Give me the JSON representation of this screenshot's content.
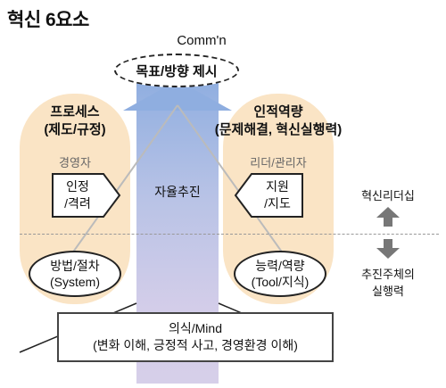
{
  "title": "혁신 6요소",
  "top": {
    "comm": "Comm'n",
    "goal": "목표/방향 제시"
  },
  "left": {
    "heading1": "프로세스",
    "heading2": "(제도/규정)",
    "subtitle": "경영자",
    "arrow_line1": "인정",
    "arrow_line2": "/격려",
    "ellipse_line1": "방법/절차",
    "ellipse_line2": "(System)"
  },
  "center": {
    "label": "자율추진"
  },
  "right": {
    "heading1": "인적역량",
    "heading2": "(문제해결, 혁신실행력)",
    "subtitle": "리더/관리자",
    "arrow_line1": "지원",
    "arrow_line2": "/지도",
    "ellipse_line1": "능력/역량",
    "ellipse_line2": "(Tool/지식)"
  },
  "side": {
    "upper_label": "혁신리더십",
    "lower_line1": "추진주체의",
    "lower_line2": "실행력"
  },
  "bottom": {
    "line1": "의식/Mind",
    "line2": "(변화 이해, 긍정적 사고, 경영환경 이해)"
  }
}
